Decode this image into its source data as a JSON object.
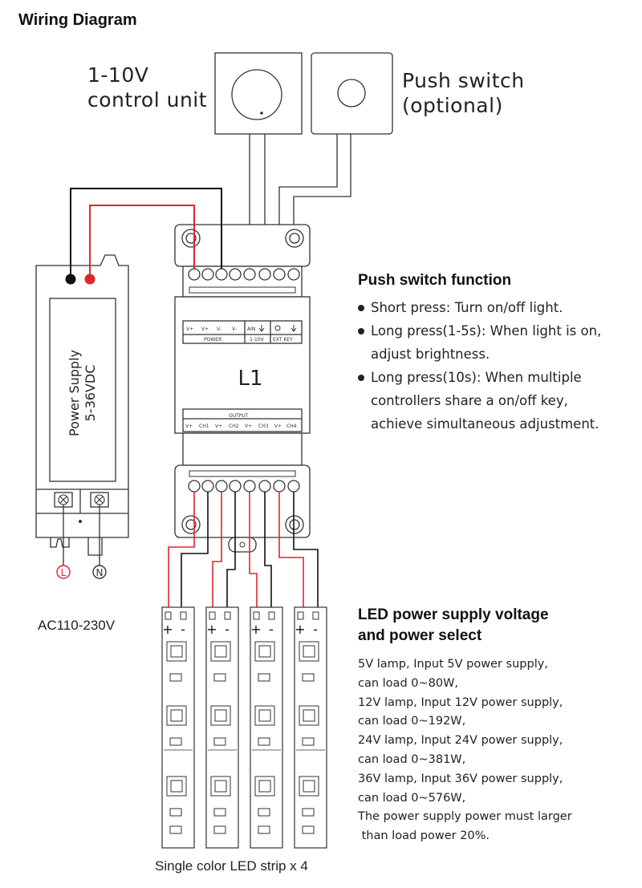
{
  "title": "Wiring Diagram",
  "control_unit_label": [
    "1-10V",
    "control unit"
  ],
  "push_switch_label": [
    "Push switch",
    "(optional)"
  ],
  "power_supply": {
    "label_line1": "Power Supply",
    "label_line2": "5-36VDC",
    "terminal_l": "L",
    "terminal_n": "N"
  },
  "ac_label": "AC110-230V",
  "controller": {
    "model": "L1",
    "input_pins": [
      "V+",
      "V+",
      "V-",
      "V-",
      "AIN",
      "",
      ""
    ],
    "power_group": "POWER",
    "dim_group": "1-10V",
    "key_group": "EXT KEY",
    "output_group": "OUTPUT",
    "output_pins": [
      "V+",
      "CH1",
      "V+",
      "CH2",
      "V+",
      "CH3",
      "V+",
      "CH4"
    ]
  },
  "push_switch_function": {
    "heading": "Push switch function",
    "items": [
      [
        "Short press: Turn on/off light."
      ],
      [
        "Long press(1-5s): When light is on,",
        "adjust brightness."
      ],
      [
        "Long press(10s): When multiple",
        "controllers share a on/off key,",
        "achieve simultaneous adjustment."
      ]
    ]
  },
  "led_power": {
    "heading_line1": "LED power supply voltage",
    "heading_line2": "and power select",
    "lines": [
      "5V lamp, Input 5V power supply,",
      "can load 0~80W,",
      "12V lamp, Input 12V power supply,",
      "can load 0~192W,",
      "24V lamp, Input 24V power supply,",
      "can load 0~381W,",
      "36V lamp, Input 36V power supply,",
      "can load 0~576W,",
      "The power supply power must larger",
      " than load power 20%."
    ]
  },
  "strip_polarity": [
    "+",
    "-"
  ],
  "strip_caption": "Single color LED strip x 4",
  "colors": {
    "wire_black": "#111111",
    "wire_red": "#e0262d",
    "outline": "#333333",
    "terminal_red": "#e0262d"
  }
}
